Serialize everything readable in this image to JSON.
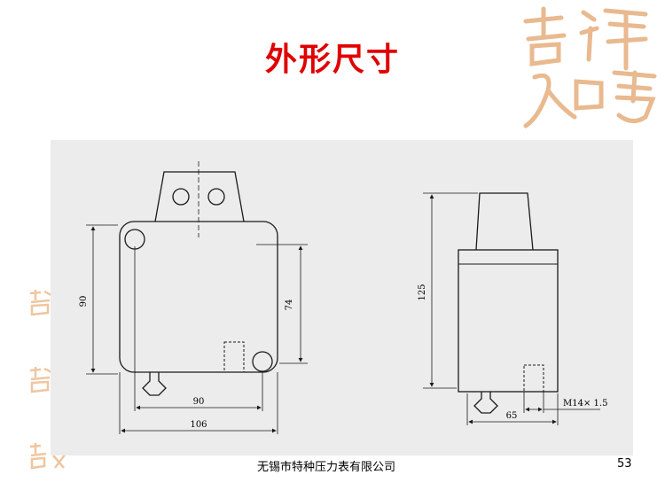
{
  "slide": {
    "title": "外形尺寸",
    "footer_company": "无锡市特种压力表有限公司",
    "page_number": "53"
  },
  "drawing": {
    "front_view": {
      "dim_height_outer": "90",
      "dim_height_inner": "74",
      "dim_width_holes": "90",
      "dim_width_overall": "106"
    },
    "side_view": {
      "dim_height_overall": "125",
      "dim_depth": "65",
      "dim_thread": "M14× 1.5"
    }
  },
  "watermark": {
    "logo_text": "吉祥如意",
    "color": "#e9b98f"
  },
  "colors": {
    "title": "#e00000",
    "panel": "#ececec",
    "line": "#1a1a1a"
  }
}
